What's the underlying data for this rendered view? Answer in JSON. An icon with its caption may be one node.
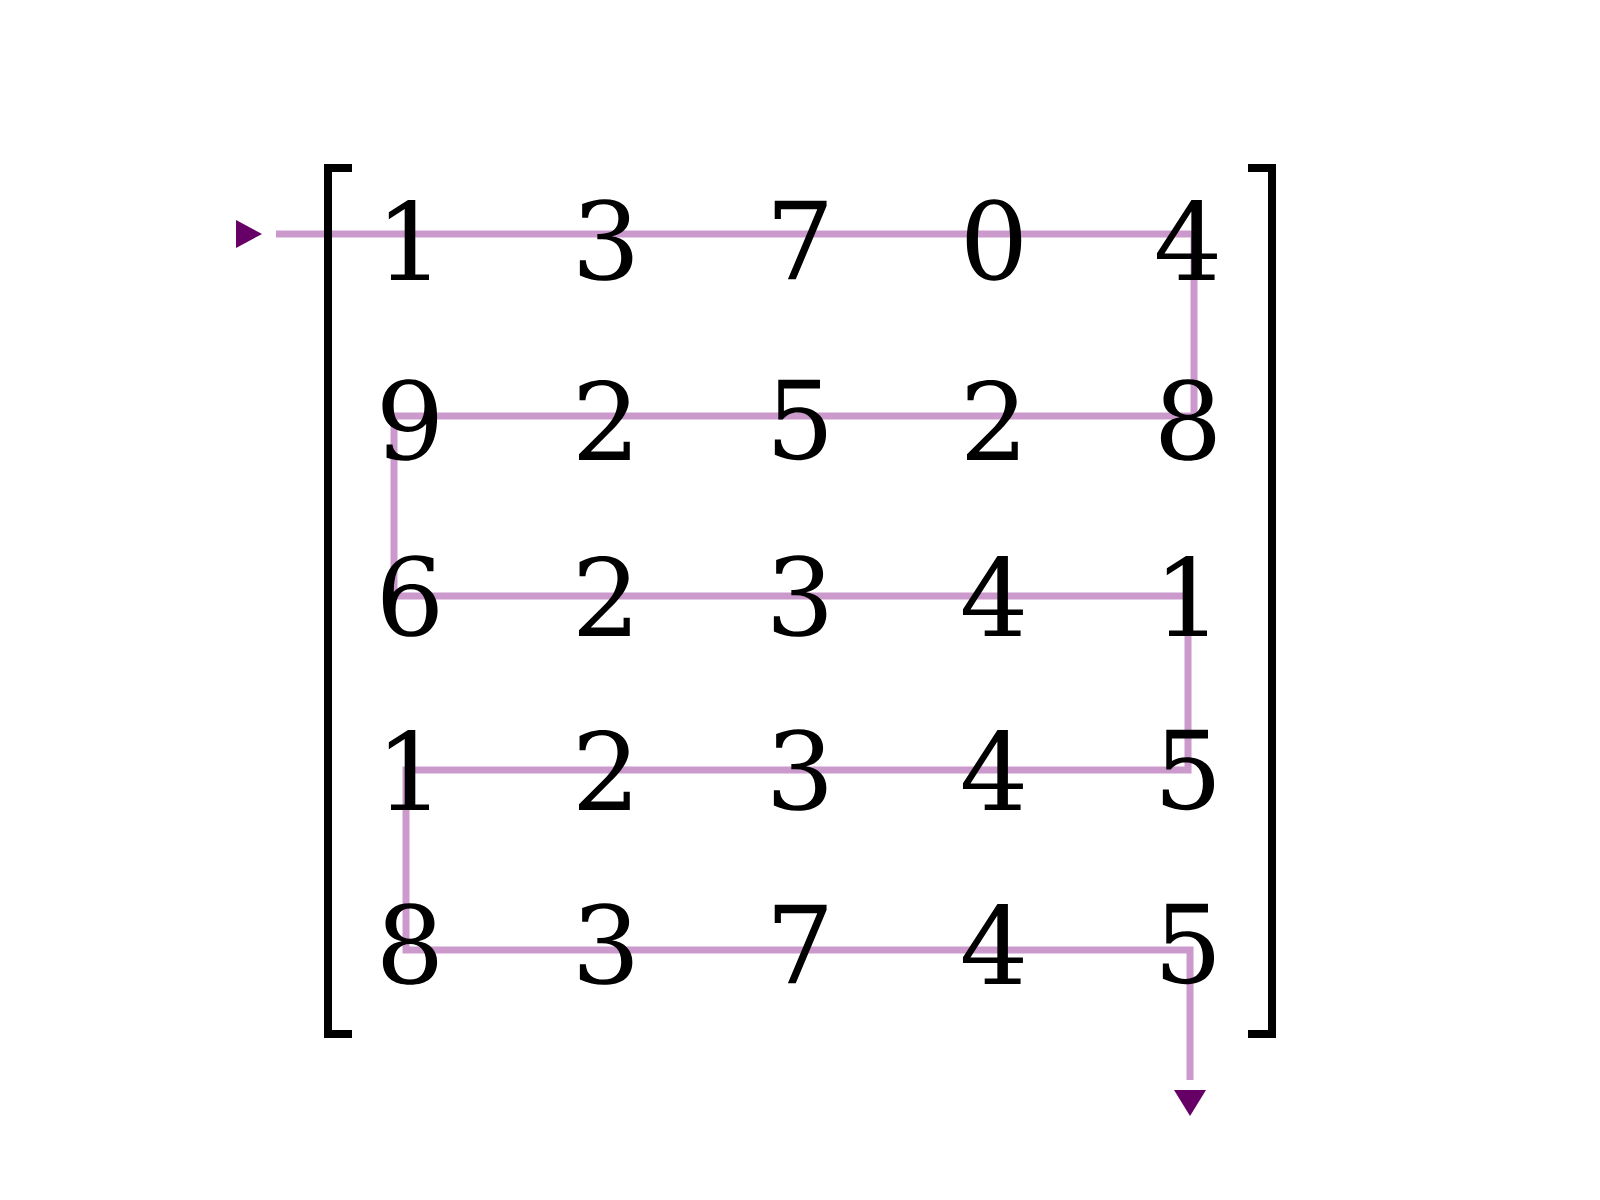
{
  "diagram": {
    "labels": [
      "1",
      "3",
      "7",
      "0",
      "4",
      "9",
      "2",
      "5",
      "2",
      "8",
      "6",
      "2",
      "3",
      "4",
      "1",
      "1",
      "2",
      "3",
      "4",
      "5",
      "8",
      "3",
      "7",
      "4",
      "5"
    ]
  }
}
